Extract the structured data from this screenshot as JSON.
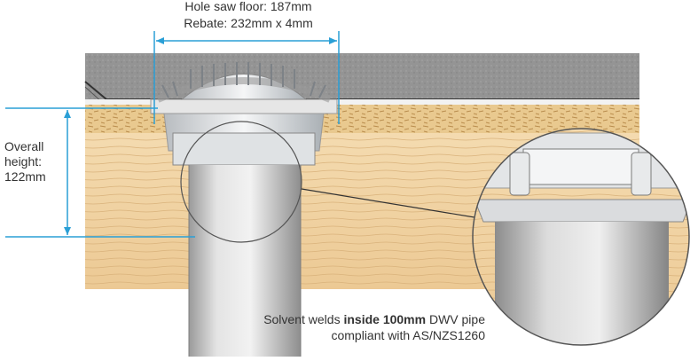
{
  "dimension_top": {
    "line1": "Hole saw floor: 187mm",
    "line2": "Rebate: 232mm x 4mm"
  },
  "dimension_left": {
    "line1": "Overall",
    "line2": "height:",
    "line3": "122mm"
  },
  "caption": {
    "prefix": "Solvent welds ",
    "bold": "inside 100mm",
    "suffix": " DWV pipe",
    "line2": "compliant with AS/NZS1260"
  },
  "colors": {
    "dimension_line": "#2a9fd6",
    "text": "#333333",
    "board": "#f0d3a4",
    "board_grain": "#d8b27a",
    "membrane": "#8f8f8f",
    "pipe": "#c9c9c9"
  },
  "icons": [
    "drain-grate-icon",
    "zoom-callout-icon"
  ]
}
